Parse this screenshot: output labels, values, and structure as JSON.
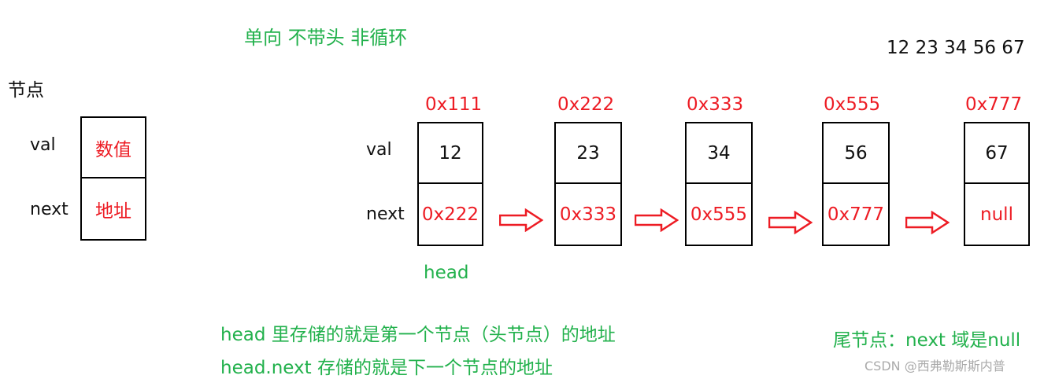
{
  "title": "单向 不带头 非循环",
  "sequence": "12 23 34 56 67",
  "legend": {
    "heading": "节点",
    "val_label": "val",
    "next_label": "next",
    "val_cell": "数值",
    "next_cell": "地址"
  },
  "row_labels": {
    "val": "val",
    "next": "next"
  },
  "nodes": [
    {
      "address": "0x111",
      "val": "12",
      "next": "0x222"
    },
    {
      "address": "0x222",
      "val": "23",
      "next": "0x333"
    },
    {
      "address": "0x333",
      "val": "34",
      "next": "0x555"
    },
    {
      "address": "0x555",
      "val": "56",
      "next": "0x777"
    },
    {
      "address": "0x777",
      "val": "67",
      "next": "null"
    }
  ],
  "head_label": "head",
  "notes": [
    "head 里存储的就是第一个节点（头节点）的地址",
    "head.next 存储的就是下一个节点的地址"
  ],
  "tail_note": "尾节点：next 域是null",
  "watermark": "CSDN @西弗勒斯斯内普",
  "colors": {
    "green": "#22b14c",
    "red": "#ed1c24",
    "border": "#000000"
  }
}
